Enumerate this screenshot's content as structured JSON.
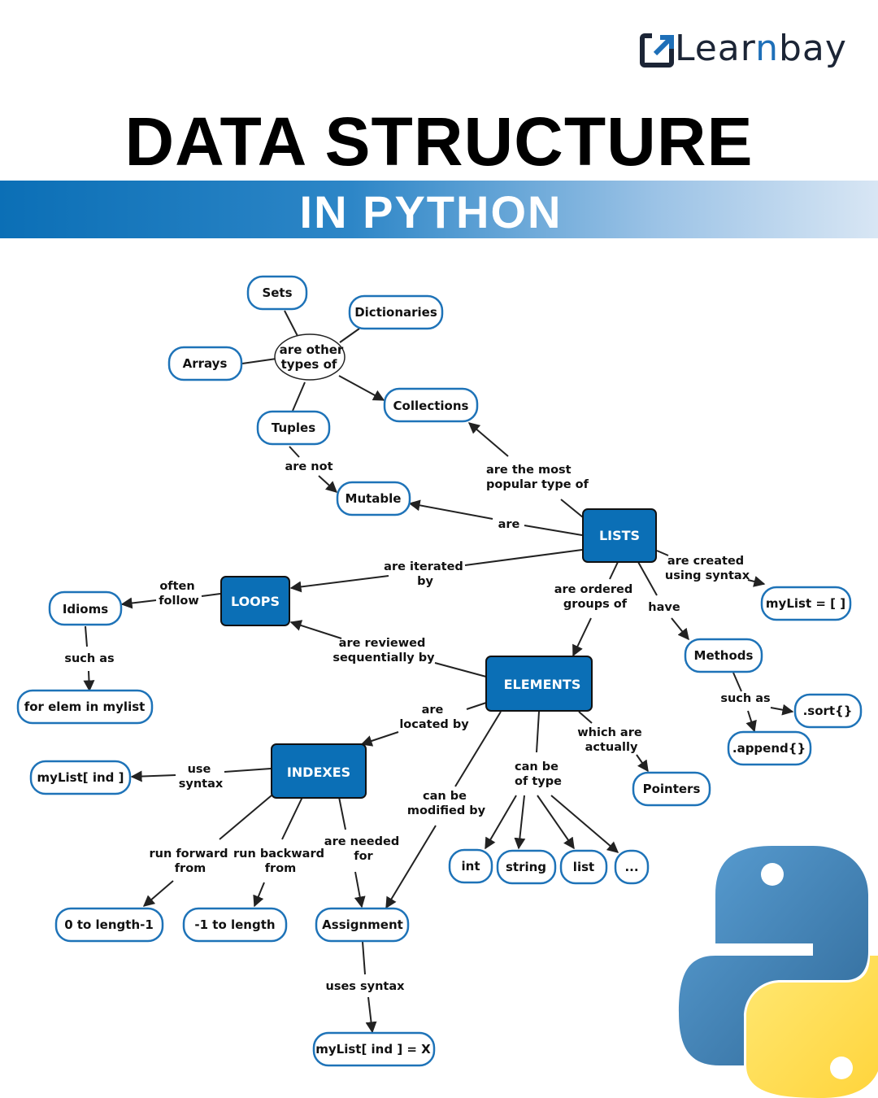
{
  "header": {
    "brand": "Learnbay",
    "brand_part1": "Lear",
    "brand_part2": "n",
    "brand_part3": "bay",
    "title": "DATA STRUCTURE",
    "subtitle": "IN PYTHON"
  },
  "colors": {
    "accent": "#0b6fb6",
    "node_border": "#1e73b8",
    "main_node_fill": "#0b6fb6",
    "python_blue": "#3776ab",
    "python_yellow": "#ffd43b"
  },
  "nodes": {
    "sets": "Sets",
    "dictionaries": "Dictionaries",
    "arrays": "Arrays",
    "other_types": [
      "are other",
      "types of"
    ],
    "collections": "Collections",
    "tuples": "Tuples",
    "mutable": "Mutable",
    "lists": "LISTS",
    "loops": "LOOPS",
    "idioms": "Idioms",
    "for_elem": "for elem in mylist",
    "mylist_empty": "myList = [ ]",
    "methods": "Methods",
    "sort": ".sort{}",
    "append": ".append{}",
    "elements": "ELEMENTS",
    "pointers": "Pointers",
    "indexes": "INDEXES",
    "mylist_ind": "myList[ ind ]",
    "int": "int",
    "string": "string",
    "list": "list",
    "ellipsis": "...",
    "zero_to_len": "0 to length-1",
    "neg1_to_len": "-1 to length",
    "assignment": "Assignment",
    "mylist_assign": "myList[ ind ] = X"
  },
  "edge_labels": {
    "are_not": "are not",
    "most_popular": [
      "are the most",
      "popular type of"
    ],
    "are": "are",
    "iterated_by": [
      "are iterated",
      "by"
    ],
    "created_syntax": [
      "are created",
      "using syntax"
    ],
    "often_follow": [
      "often",
      "follow"
    ],
    "such_as_idioms": "such as",
    "ordered_groups": [
      "are ordered",
      "groups of"
    ],
    "have": "have",
    "reviewed_by": [
      "are reviewed",
      "sequentially by"
    ],
    "such_as_methods": "such as",
    "located_by": [
      "are",
      "located by"
    ],
    "which_are": [
      "which are",
      "actually"
    ],
    "use_syntax": [
      "use",
      "syntax"
    ],
    "can_be_type": [
      "can be",
      "of type"
    ],
    "modified_by": [
      "can be",
      "modified by"
    ],
    "run_forward": [
      "run forward",
      "from"
    ],
    "run_backward": [
      "run backward",
      "from"
    ],
    "needed_for": [
      "are needed",
      "for"
    ],
    "uses_syntax": "uses syntax"
  }
}
